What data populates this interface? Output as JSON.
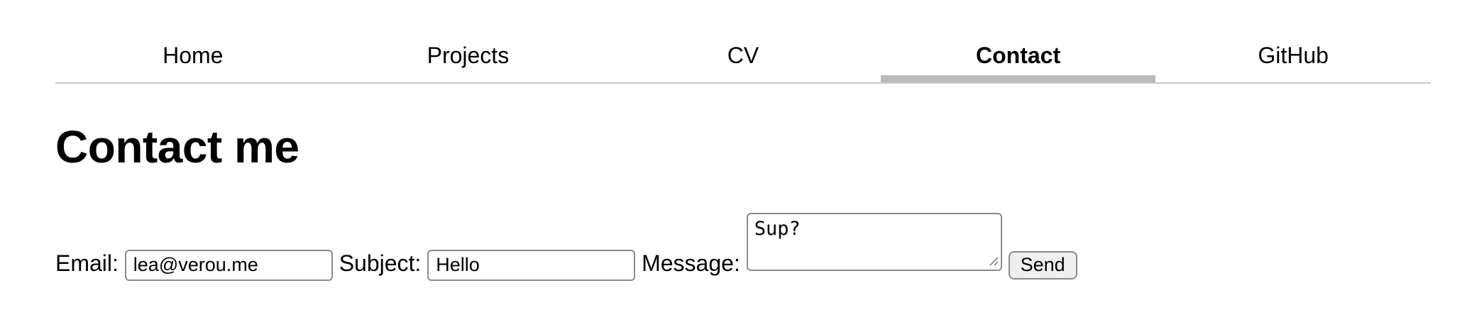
{
  "nav": {
    "items": [
      {
        "label": "Home",
        "active": false
      },
      {
        "label": "Projects",
        "active": false
      },
      {
        "label": "CV",
        "active": false
      },
      {
        "label": "Contact",
        "active": true
      },
      {
        "label": "GitHub",
        "active": false
      }
    ]
  },
  "page": {
    "heading": "Contact me"
  },
  "form": {
    "email": {
      "label": "Email:",
      "value": "lea@verou.me"
    },
    "subject": {
      "label": "Subject:",
      "value": "Hello"
    },
    "message": {
      "label": "Message:",
      "value": "Sup?"
    },
    "send_label": "Send"
  },
  "colors": {
    "nav_active_underline": "#b6bcbc",
    "nav_divider": "#c7cccc",
    "input_border": "#8a8a8a",
    "button_background": "#efefef",
    "text": "#000000",
    "background": "#ffffff"
  }
}
